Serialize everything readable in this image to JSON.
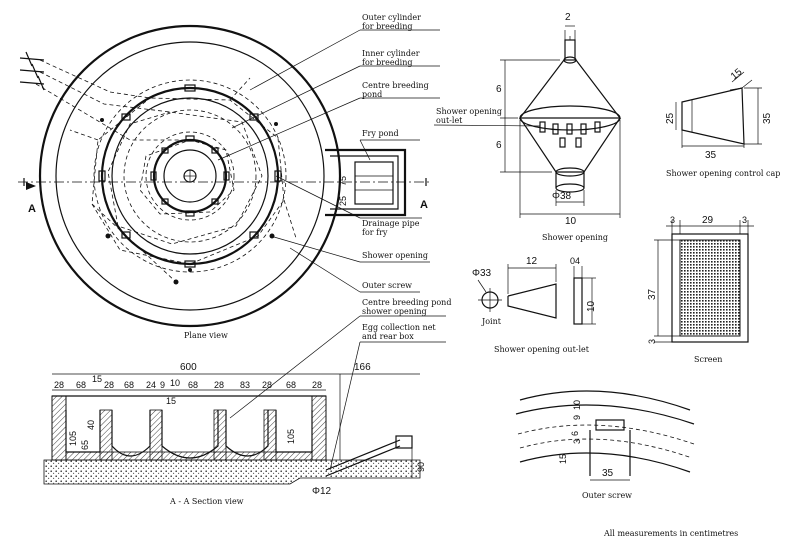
{
  "labels": {
    "outer_cylinder": "Outer cylinder\nfor breeding",
    "inner_cylinder": "Inner cylinder\nfor breeding",
    "centre_pond": "Centre breeding\npond",
    "fry_pond": "Fry pond",
    "drainage_pipe": "Drainage pipe\nfor fry",
    "shower_opening": "Shower opening",
    "outer_screw": "Outer screw",
    "centre_shower": "Centre breeding pond\nshower opening",
    "egg_net": "Egg collection net\nand rear box",
    "shower_outlet_label": "Shower opening\nout-let",
    "joint": "Joint"
  },
  "captions": {
    "plane_view": "Plane view",
    "section_view": "A - A Section view",
    "shower_opening": "Shower opening",
    "control_cap": "Shower opening control cap",
    "screen": "Screen",
    "shower_outlet": "Shower opening out-let",
    "outer_screw": "Outer screw",
    "note": "All measurements in centimetres"
  },
  "section_marker": "A",
  "dimensions": {
    "plane_25": "25",
    "plane_75": "75",
    "shower_2": "2",
    "shower_6a": "6",
    "shower_6b": "6",
    "shower_d38": "Φ38",
    "shower_10": "10",
    "cap_15": "15",
    "cap_25": "25",
    "cap_35h": "35",
    "cap_35w": "35",
    "screen_3a": "3",
    "screen_29": "29",
    "screen_3b": "3",
    "screen_37": "37",
    "screen_3c": "3",
    "outlet_d33": "Φ33",
    "outlet_12": "12",
    "outlet_04": "04",
    "outlet_10": "10",
    "sec_600": "600",
    "sec_166": "166",
    "sec_15a": "15",
    "sec_28a": "28",
    "sec_68a": "68",
    "sec_28b": "28",
    "sec_68b": "68",
    "sec_24": "24",
    "sec_9": "9",
    "sec_10": "10",
    "sec_68c": "68",
    "sec_28c": "28",
    "sec_83": "83",
    "sec_28d": "28",
    "sec_68d": "68",
    "sec_28e": "28",
    "sec_15b": "15",
    "sec_105a": "105",
    "sec_40": "40",
    "sec_65": "65",
    "sec_105b": "105",
    "sec_90": "90",
    "sec_d12": "Φ12",
    "screw_15": "15",
    "screw_3": "3",
    "screw_6": "6",
    "screw_9": "9",
    "screw_10": "10",
    "screw_35": "35"
  },
  "colors": {
    "ink": "#111111",
    "paper": "#ffffff"
  }
}
